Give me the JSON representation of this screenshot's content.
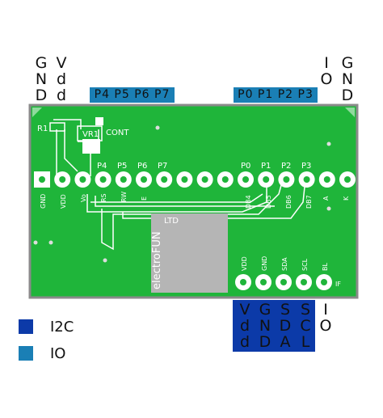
{
  "colors": {
    "pcb": "#1fb53a",
    "pcb_edge": "#7a7a7a",
    "trace": "#ffffff",
    "pad": "#e8e8e8",
    "io_blue": "#1a7fb5",
    "i2c_blue": "#0c3aa8",
    "chip": "#b5b5b5"
  },
  "top_labels": {
    "left_gnd": [
      "G",
      "N",
      "D"
    ],
    "left_vdd": [
      "V",
      "d",
      "d"
    ],
    "right_io": [
      "I",
      "O"
    ],
    "right_gnd": [
      "G",
      "N",
      "D"
    ]
  },
  "headers": {
    "io_left": "P4 P5 P6 P7",
    "io_right": "P0 P1 P2 P3"
  },
  "board": {
    "r1": "R1",
    "vr1": "VR1",
    "cont": "CONT",
    "top_pins": [
      "P4",
      "P5",
      "P6",
      "P7",
      "P0",
      "P1",
      "P2",
      "P3"
    ],
    "lcd_pins": [
      "GND",
      "VDD",
      "Vo",
      "RS",
      "RW",
      "E",
      "DB4",
      "DB5",
      "DB6",
      "DB7",
      "A",
      "K"
    ],
    "brand_left": "electroFUN",
    "brand_right": "LTD",
    "i2c_pins": [
      "VDD",
      "GND",
      "SDA",
      "SCL",
      "BL"
    ],
    "if_label": "IF"
  },
  "bottom_labels": {
    "vdd": [
      "V",
      "d",
      "d"
    ],
    "gnd": [
      "G",
      "N",
      "D"
    ],
    "sda": [
      "S",
      "D",
      "A"
    ],
    "scl": [
      "S",
      "C",
      "L"
    ],
    "io": [
      "I",
      "O"
    ]
  },
  "legend": [
    {
      "label": "I2C",
      "color": "#0c3aa8"
    },
    {
      "label": "IO",
      "color": "#1a7fb5"
    }
  ]
}
